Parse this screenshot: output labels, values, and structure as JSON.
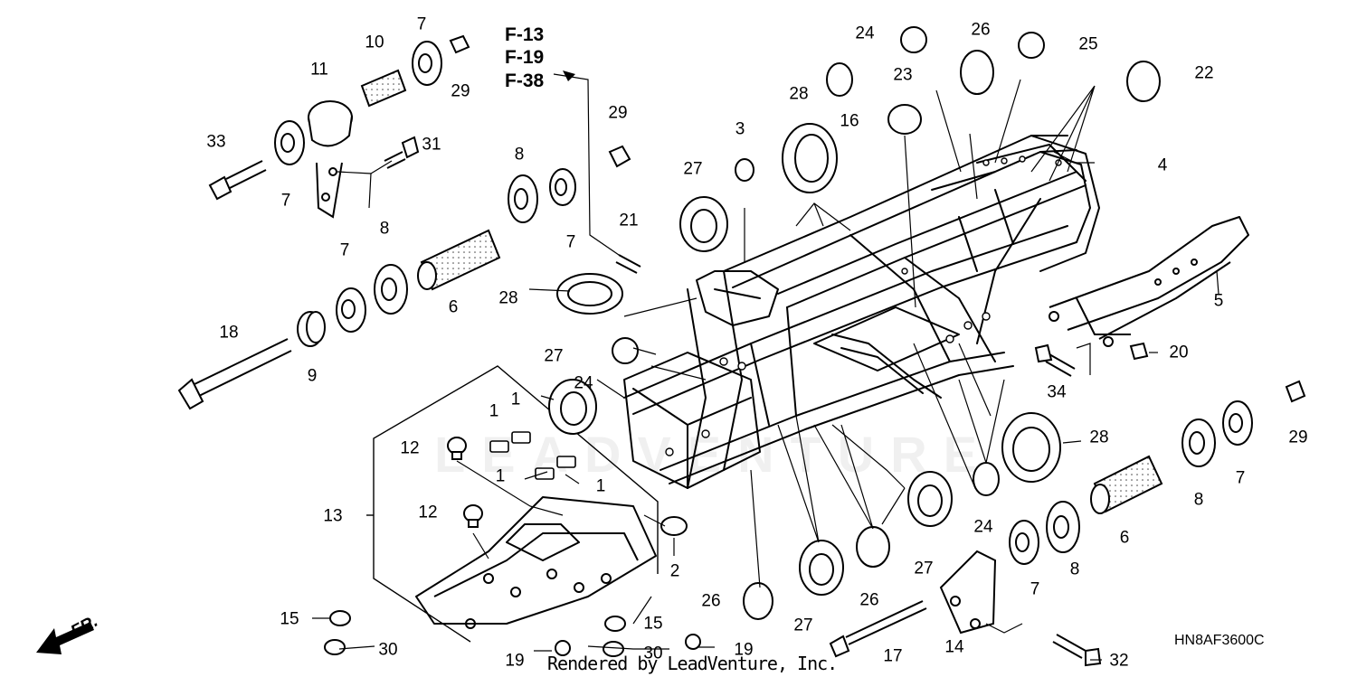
{
  "diagram": {
    "reference_groups": [
      "F-13",
      "F-19",
      "F-38"
    ],
    "diagram_code": "HN8AF3600C",
    "credit": "Rendered by LeadVenture, Inc.",
    "direction_label": "FR.",
    "watermark": "LEADVENTURE",
    "callouts": [
      {
        "id": "c1",
        "number": "1"
      },
      {
        "id": "c2",
        "number": "1"
      },
      {
        "id": "c3",
        "number": "1"
      },
      {
        "id": "c4",
        "number": "1"
      },
      {
        "id": "c5",
        "number": "2"
      },
      {
        "id": "c6",
        "number": "3"
      },
      {
        "id": "c7",
        "number": "4"
      },
      {
        "id": "c8",
        "number": "5"
      },
      {
        "id": "c9",
        "number": "6"
      },
      {
        "id": "c10",
        "number": "6"
      },
      {
        "id": "c11",
        "number": "7"
      },
      {
        "id": "c12",
        "number": "7"
      },
      {
        "id": "c13",
        "number": "7"
      },
      {
        "id": "c14",
        "number": "7"
      },
      {
        "id": "c15",
        "number": "7"
      },
      {
        "id": "c16",
        "number": "7"
      },
      {
        "id": "c17",
        "number": "8"
      },
      {
        "id": "c18",
        "number": "8"
      },
      {
        "id": "c19",
        "number": "8"
      },
      {
        "id": "c20",
        "number": "8"
      },
      {
        "id": "c21",
        "number": "9"
      },
      {
        "id": "c22",
        "number": "10"
      },
      {
        "id": "c23",
        "number": "11"
      },
      {
        "id": "c24",
        "number": "12"
      },
      {
        "id": "c25",
        "number": "12"
      },
      {
        "id": "c26",
        "number": "13"
      },
      {
        "id": "c27",
        "number": "14"
      },
      {
        "id": "c28",
        "number": "15"
      },
      {
        "id": "c29",
        "number": "15"
      },
      {
        "id": "c30",
        "number": "16"
      },
      {
        "id": "c31",
        "number": "17"
      },
      {
        "id": "c32",
        "number": "18"
      },
      {
        "id": "c33",
        "number": "19"
      },
      {
        "id": "c34",
        "number": "19"
      },
      {
        "id": "c35",
        "number": "20"
      },
      {
        "id": "c36",
        "number": "21"
      },
      {
        "id": "c37",
        "number": "22"
      },
      {
        "id": "c38",
        "number": "23"
      },
      {
        "id": "c39",
        "number": "24"
      },
      {
        "id": "c40",
        "number": "24"
      },
      {
        "id": "c41",
        "number": "24"
      },
      {
        "id": "c42",
        "number": "25"
      },
      {
        "id": "c43",
        "number": "26"
      },
      {
        "id": "c44",
        "number": "26"
      },
      {
        "id": "c45",
        "number": "26"
      },
      {
        "id": "c46",
        "number": "27"
      },
      {
        "id": "c47",
        "number": "27"
      },
      {
        "id": "c48",
        "number": "27"
      },
      {
        "id": "c49",
        "number": "27"
      },
      {
        "id": "c50",
        "number": "28"
      },
      {
        "id": "c51",
        "number": "28"
      },
      {
        "id": "c52",
        "number": "28"
      },
      {
        "id": "c53",
        "number": "29"
      },
      {
        "id": "c54",
        "number": "29"
      },
      {
        "id": "c55",
        "number": "29"
      },
      {
        "id": "c56",
        "number": "30"
      },
      {
        "id": "c57",
        "number": "30"
      },
      {
        "id": "c58",
        "number": "31"
      },
      {
        "id": "c59",
        "number": "32"
      },
      {
        "id": "c60",
        "number": "33"
      },
      {
        "id": "c61",
        "number": "34"
      }
    ]
  }
}
